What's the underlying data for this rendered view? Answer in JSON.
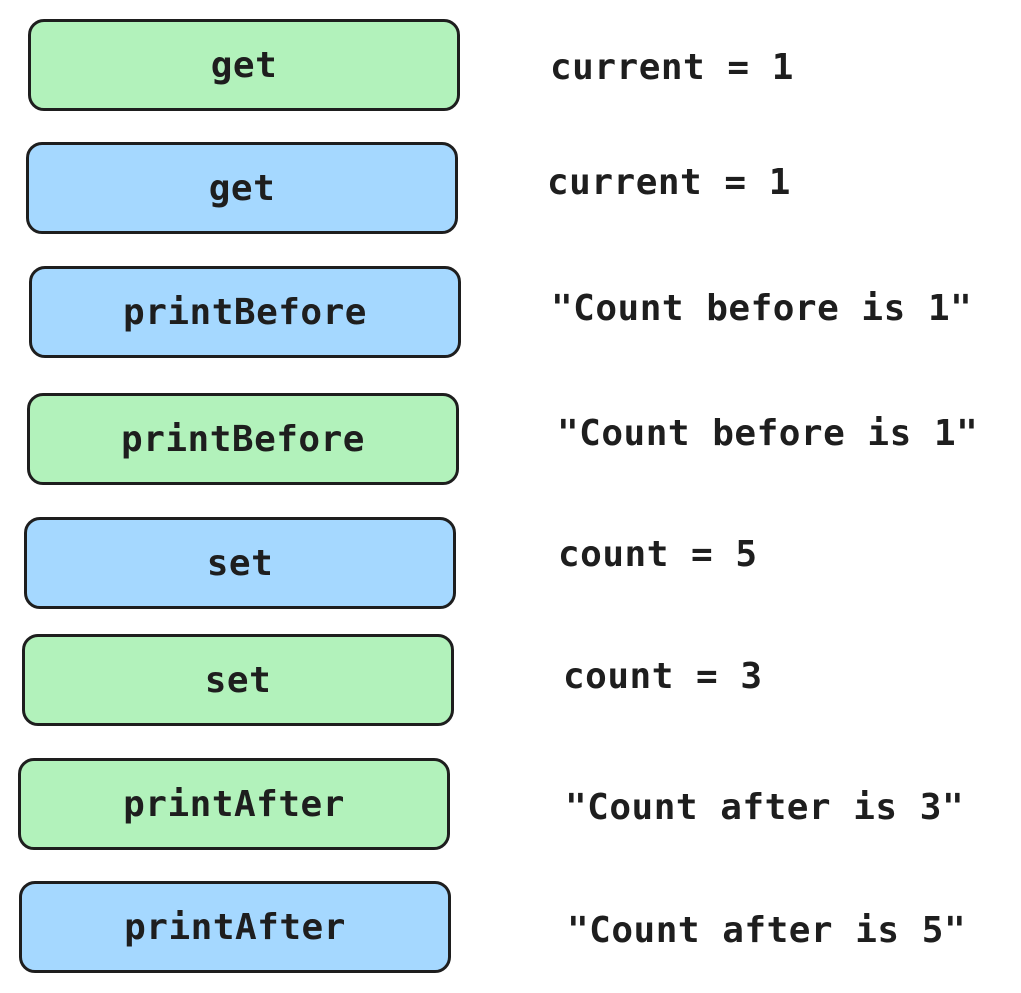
{
  "colors": {
    "green_fill": "#b2f2bb",
    "blue_fill": "#a5d8ff",
    "stroke": "#1e1e1e"
  },
  "steps": [
    {
      "label": "get",
      "color": "green",
      "result": "current = 1"
    },
    {
      "label": "get",
      "color": "blue",
      "result": "current = 1"
    },
    {
      "label": "printBefore",
      "color": "blue",
      "result": "\"Count before is 1\""
    },
    {
      "label": "printBefore",
      "color": "green",
      "result": "\"Count before is 1\""
    },
    {
      "label": "set",
      "color": "blue",
      "result": "count = 5"
    },
    {
      "label": "set",
      "color": "green",
      "result": "count = 3"
    },
    {
      "label": "printAfter",
      "color": "green",
      "result": "\"Count after is 3\""
    },
    {
      "label": "printAfter",
      "color": "blue",
      "result": "\"Count after is 5\""
    }
  ]
}
